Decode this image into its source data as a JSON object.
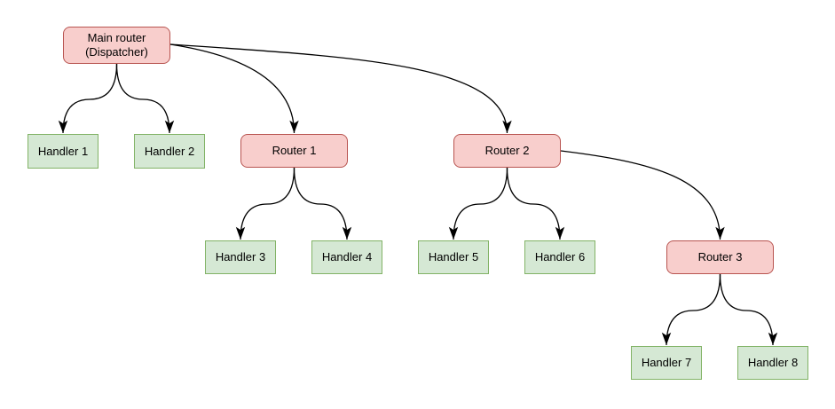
{
  "diagram": {
    "description": "Routing tree diagram: a main dispatcher router fans out to handlers and sub-routers",
    "colors": {
      "background": "#ffffff",
      "text_color": "#000000",
      "edge_color": "#000000",
      "router_fill": "#f8cecc",
      "router_stroke": "#b85450",
      "handler_fill": "#d5e8d4",
      "handler_stroke": "#82b366"
    },
    "nodes": [
      {
        "id": "main",
        "type": "router",
        "label": "Main router (Dispatcher)"
      },
      {
        "id": "handler1",
        "type": "handler",
        "label": "Handler 1"
      },
      {
        "id": "handler2",
        "type": "handler",
        "label": "Handler 2"
      },
      {
        "id": "router1",
        "type": "router",
        "label": "Router 1"
      },
      {
        "id": "router2",
        "type": "router",
        "label": "Router 2"
      },
      {
        "id": "handler3",
        "type": "handler",
        "label": "Handler 3"
      },
      {
        "id": "handler4",
        "type": "handler",
        "label": "Handler 4"
      },
      {
        "id": "handler5",
        "type": "handler",
        "label": "Handler 5"
      },
      {
        "id": "handler6",
        "type": "handler",
        "label": "Handler 6"
      },
      {
        "id": "router3",
        "type": "router",
        "label": "Router 3"
      },
      {
        "id": "handler7",
        "type": "handler",
        "label": "Handler 7"
      },
      {
        "id": "handler8",
        "type": "handler",
        "label": "Handler 8"
      }
    ],
    "edges": [
      {
        "from": "Main router (Dispatcher)",
        "to": "Handler 1"
      },
      {
        "from": "Main router (Dispatcher)",
        "to": "Handler 2"
      },
      {
        "from": "Main router (Dispatcher)",
        "to": "Router 1"
      },
      {
        "from": "Main router (Dispatcher)",
        "to": "Router 2"
      },
      {
        "from": "Router 1",
        "to": "Handler 3"
      },
      {
        "from": "Router 1",
        "to": "Handler 4"
      },
      {
        "from": "Router 2",
        "to": "Handler 5"
      },
      {
        "from": "Router 2",
        "to": "Handler 6"
      },
      {
        "from": "Router 2",
        "to": "Router 3"
      },
      {
        "from": "Router 3",
        "to": "Handler 7"
      },
      {
        "from": "Router 3",
        "to": "Handler 8"
      }
    ]
  }
}
